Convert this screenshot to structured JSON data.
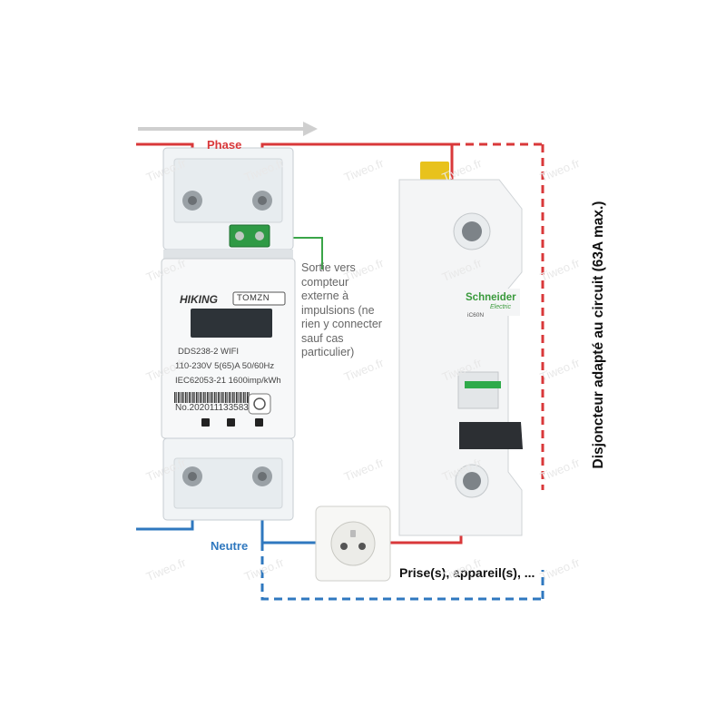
{
  "labels": {
    "phase": "Phase",
    "neutre": "Neutre",
    "prise": "Prise(s), appareil(s), ...",
    "sortie_lines": [
      "Sortie vers",
      "compteur",
      "externe à",
      "impulsions (ne",
      "rien y connecter",
      "sauf cas",
      "particulier)"
    ],
    "disjoncteur": "Disjoncteur adapté au circuit (63A max.)"
  },
  "meter": {
    "brand": "HIKING",
    "badge": "TOMZN",
    "model": "DDS238-2  WIFI",
    "rating": "110-230V 5(65)A  50/60Hz",
    "standard": "IEC62053-21   1600imp/kWh",
    "serial": "No.202011133583"
  },
  "breaker": {
    "brand": "Schneider",
    "sub": "Electric",
    "model": "iC60N"
  },
  "watermark": "Tiweo.fr",
  "colors": {
    "phase": "#d9383a",
    "neutral": "#2f78bf",
    "pulse": "#3aa548",
    "arrow": "#cfcfcf"
  }
}
